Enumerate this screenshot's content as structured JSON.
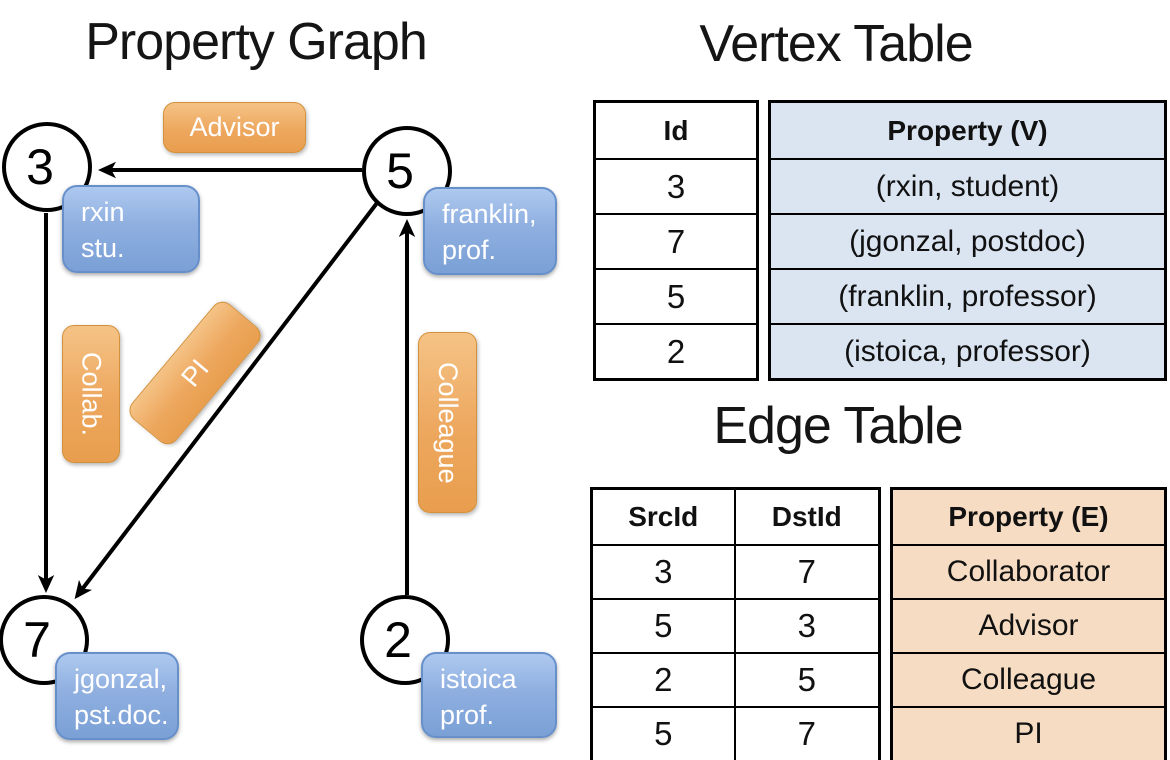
{
  "titles": {
    "graph": "Property Graph",
    "vertex_table": "Vertex Table",
    "edge_table": "Edge Table"
  },
  "graph": {
    "nodes": [
      {
        "id": "3",
        "line1": "rxin",
        "line2": "stu."
      },
      {
        "id": "5",
        "line1": "franklin,",
        "line2": "prof."
      },
      {
        "id": "7",
        "line1": "jgonzal,",
        "line2": "pst.doc."
      },
      {
        "id": "2",
        "line1": "istoica",
        "line2": "prof."
      }
    ],
    "edge_labels": {
      "advisor": "Advisor",
      "collab": "Collab.",
      "pi": "PI",
      "colleague": "Colleague"
    },
    "edges": [
      {
        "from": "5",
        "to": "3",
        "label": "Advisor"
      },
      {
        "from": "3",
        "to": "7",
        "label": "Collab."
      },
      {
        "from": "5",
        "to": "7",
        "label": "PI"
      },
      {
        "from": "2",
        "to": "5",
        "label": "Colleague"
      }
    ]
  },
  "vertex_table": {
    "columns": {
      "id": "Id",
      "property": "Property (V)"
    },
    "rows": [
      {
        "id": "3",
        "property": "(rxin, student)"
      },
      {
        "id": "7",
        "property": "(jgonzal, postdoc)"
      },
      {
        "id": "5",
        "property": "(franklin, professor)"
      },
      {
        "id": "2",
        "property": "(istoica, professor)"
      }
    ]
  },
  "edge_table": {
    "columns": {
      "src": "SrcId",
      "dst": "DstId",
      "property": "Property (E)"
    },
    "rows": [
      {
        "src": "3",
        "dst": "7",
        "property": "Collaborator"
      },
      {
        "src": "5",
        "dst": "3",
        "property": "Advisor"
      },
      {
        "src": "2",
        "dst": "5",
        "property": "Colleague"
      },
      {
        "src": "5",
        "dst": "7",
        "property": "PI"
      }
    ]
  },
  "colors": {
    "edge_label_fill": "#eda75e",
    "vertex_label_fill": "#8fafe0",
    "vertex_property_cell": "#dbe5f2",
    "edge_property_cell": "#f6dcc2",
    "line": "#000000"
  }
}
